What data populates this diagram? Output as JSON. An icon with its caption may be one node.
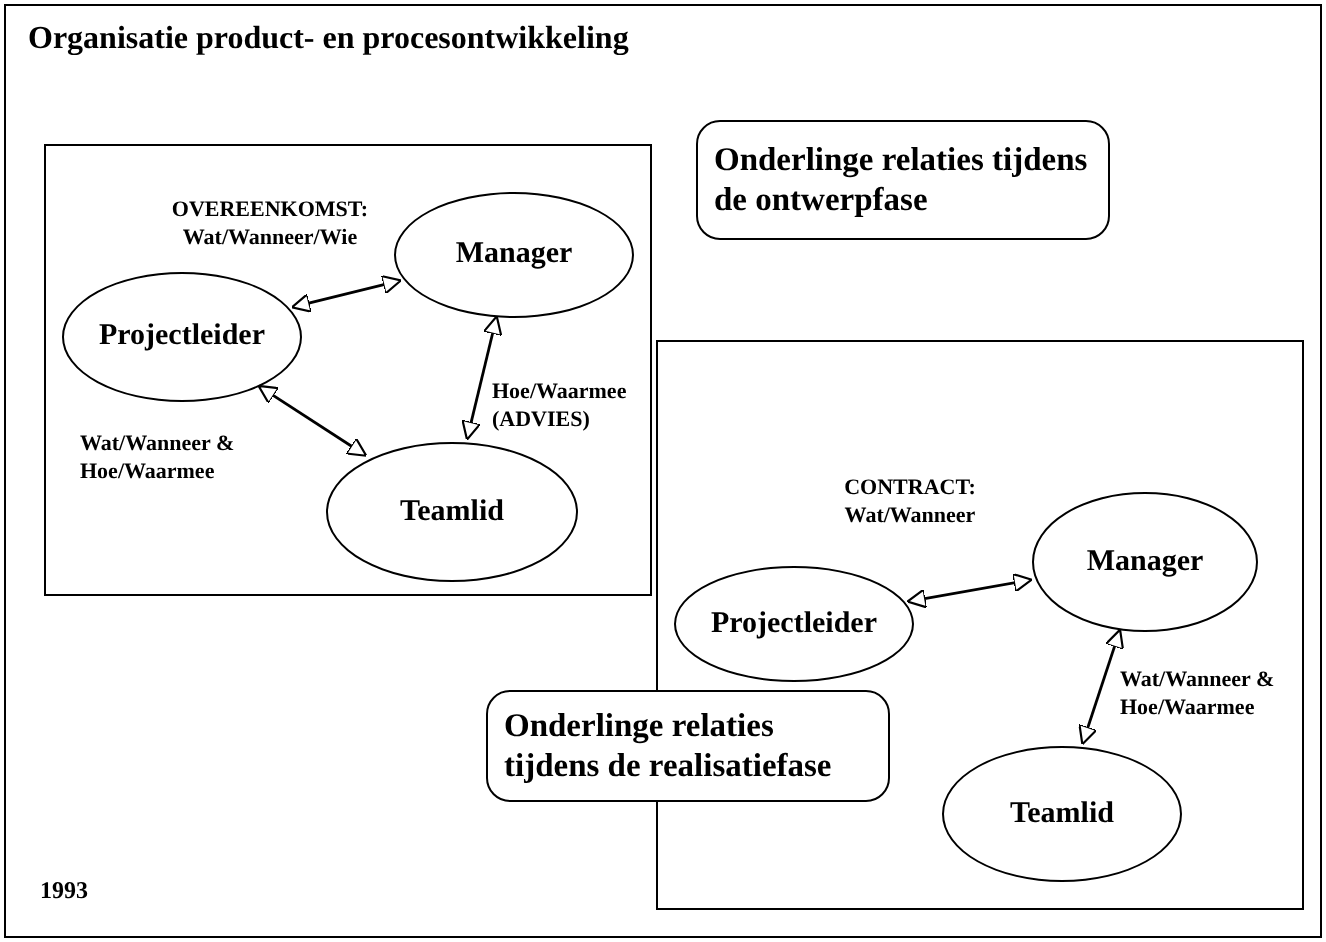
{
  "diagram": {
    "title": "Organisatie product- en procesontwikkeling",
    "nodes": [
      {
        "text": [],
        "shape": "box"
      },
      {
        "text": [
          "Manager"
        ],
        "in": 0
      },
      {
        "text": [
          "Projectleider"
        ],
        "in": 0
      },
      {
        "text": [
          "Teamlid"
        ],
        "in": 0
      },
      {
        "text": [
          "Onderlinge relaties tijdens de ontwerpfase"
        ]
      },
      {
        "text": [],
        "shape": "box"
      },
      {
        "text": [
          "Manager"
        ],
        "in": 5
      },
      {
        "text": [
          "Projectleider"
        ],
        "in": 5
      },
      {
        "text": [
          "Teamlid"
        ],
        "in": 5
      },
      {
        "text": [
          "Onderlinge relaties tijdens de realisatiefase"
        ]
      }
    ],
    "edges": [
      {
        "from": 2,
        "to": 1,
        "arrow": "both",
        "label": "OVEREENKOMST: Wat/Wanneer/Wie"
      },
      {
        "from": 1,
        "to": 3,
        "arrow": "both",
        "label": "Hoe/Waarmee (ADVIES)"
      },
      {
        "from": 2,
        "to": 3,
        "arrow": "both",
        "label": "Wat/Wanneer & Hoe/Waarmee"
      },
      {
        "from": 7,
        "to": 6,
        "arrow": "both",
        "label": "CONTRACT: Wat/Wanneer"
      },
      {
        "from": 6,
        "to": 8,
        "arrow": "both",
        "label": "Wat/Wanneer & Hoe/Waarmee"
      }
    ],
    "labels": [
      "1993"
    ]
  }
}
